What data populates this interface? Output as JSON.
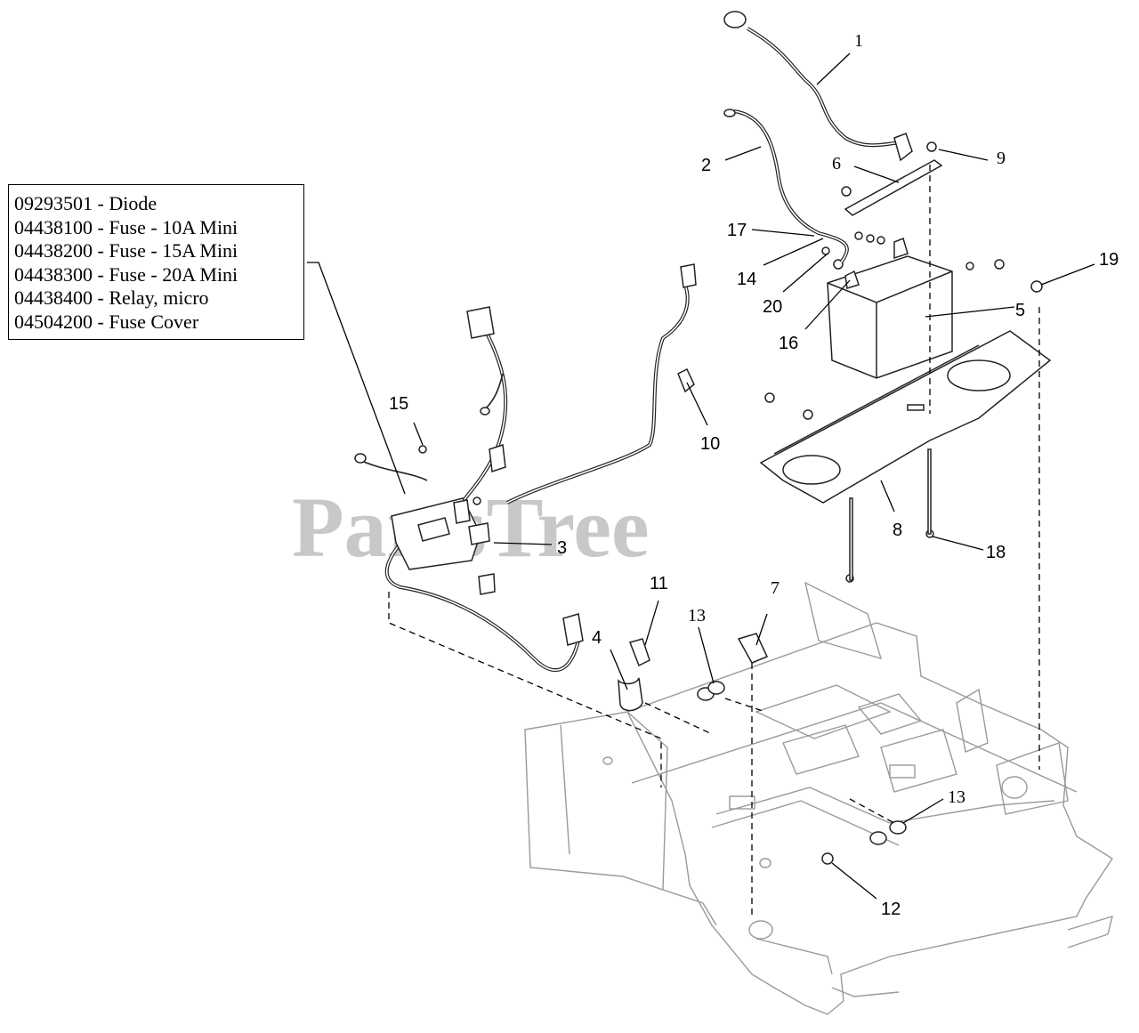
{
  "legend": {
    "lines": [
      "09293501 - Diode",
      "04438100 - Fuse - 10A Mini",
      "04438200 - Fuse - 15A Mini",
      "04438300 - Fuse - 20A Mini",
      "04438400 - Relay, micro",
      "04504200 - Fuse Cover"
    ]
  },
  "callouts": {
    "c1": "1",
    "c2": "2",
    "c3": "3",
    "c4": "4",
    "c5": "5",
    "c6": "6",
    "c7": "7",
    "c8": "8",
    "c9": "9",
    "c10": "10",
    "c11": "11",
    "c12": "12",
    "c13a": "13",
    "c13b": "13",
    "c14": "14",
    "c15": "15",
    "c16": "16",
    "c17": "17",
    "c18": "18",
    "c19": "19",
    "c20": "20"
  },
  "watermark": "PartsTree"
}
